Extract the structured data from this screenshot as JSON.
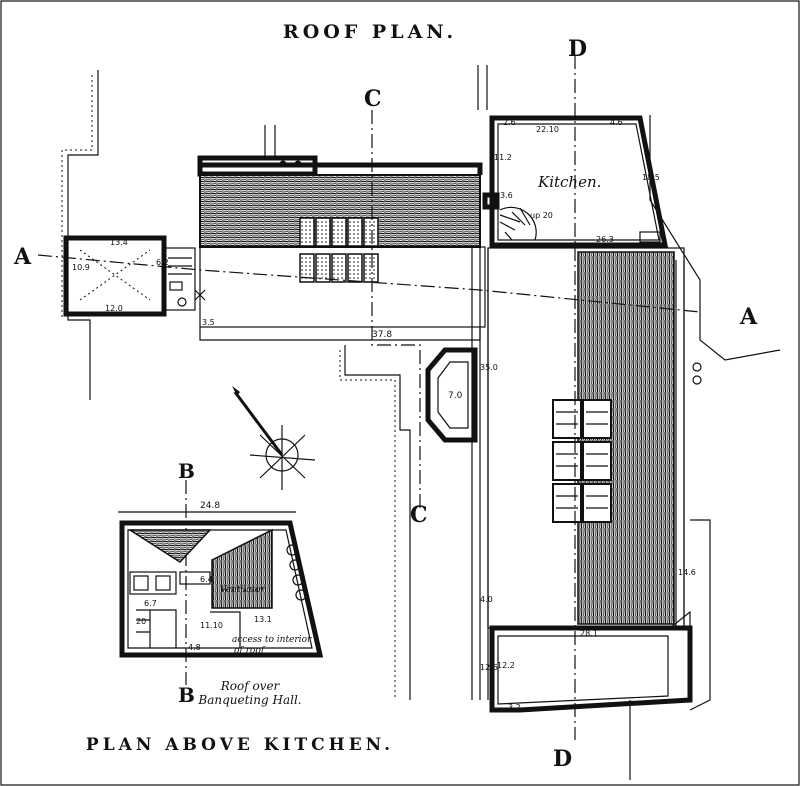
{
  "titles": {
    "roof_plan": "ROOF  PLAN.",
    "plan_above_kitchen": "PLAN  ABOVE  KITCHEN."
  },
  "labels": {
    "kitchen": "Kitchen.",
    "ventilator": "Ventilator",
    "access": "access to interior",
    "access2": "of roof",
    "roof_over": "Roof  over",
    "banqueting": "Banqueting Hall.",
    "up": "up 20"
  },
  "section_marks": {
    "a_left": "A",
    "a_right": "A",
    "b_top": "B",
    "b_bottom": "B",
    "c_top": "C",
    "c_bottom": "C",
    "d_top": "D",
    "d_bottom": "D"
  },
  "dimensions": {
    "d1": "13.4",
    "d2": "10.9",
    "d3": "12.0",
    "d4": "6.2",
    "d5": "37.8",
    "d6": "3.5",
    "d7": "7.0",
    "d8": "35.0",
    "d9": "2.6",
    "d10": "22.10",
    "d11": "4.6",
    "d12": "11.2",
    "d13": "3.6",
    "d14": "18.5",
    "d15": "26.3",
    "d16": "4.0",
    "d17": "14.6",
    "d18": "28.1",
    "d19": "12.6",
    "d20": "12.2",
    "d21": "3.2",
    "d22": "24.8",
    "d23": "6.4",
    "d24": "6.7",
    "d25": "13.1",
    "d26": "11.10",
    "d27": "20",
    "d28": "4.8"
  }
}
